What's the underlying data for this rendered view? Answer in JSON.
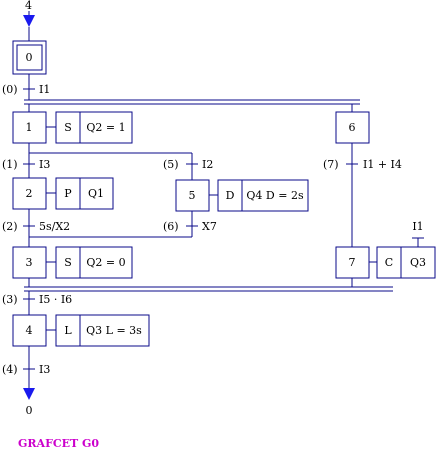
{
  "title": "GRAFCET G0",
  "colors": {
    "lines": "#0a0a8a",
    "arrows": "#1a1aee",
    "title": "#cc00cc"
  },
  "entry_label": "4",
  "exit_label": "0",
  "steps": {
    "s0": "0",
    "s1": "1",
    "s2": "2",
    "s3": "3",
    "s4": "4",
    "s5": "5",
    "s6": "6",
    "s7": "7"
  },
  "actions": {
    "s1_q": "S",
    "s1_a": "Q2 = 1",
    "s2_q": "P",
    "s2_a": "Q1",
    "s3_q": "S",
    "s3_a": "Q2 = 0",
    "s4_q": "L",
    "s4_a": "Q3  L = 3s",
    "s5_q": "D",
    "s5_a": "Q4  D = 2s",
    "s7_q": "C",
    "s7_a": "Q3",
    "s7_cond": "I1"
  },
  "transitions": {
    "t0_num": "(0)",
    "t0_cond": "I1",
    "t1_num": "(1)",
    "t1_cond": "I3",
    "t2_num": "(2)",
    "t2_cond": "5s/X2",
    "t3_num": "(3)",
    "t3_cond": "I5 · I6",
    "t4_num": "(4)",
    "t4_cond": "I3",
    "t5_num": "(5)",
    "t5_cond": "I2",
    "t6_num": "(6)",
    "t6_cond": "X7",
    "t7_num": "(7)",
    "t7_cond": "I1 + I4"
  }
}
